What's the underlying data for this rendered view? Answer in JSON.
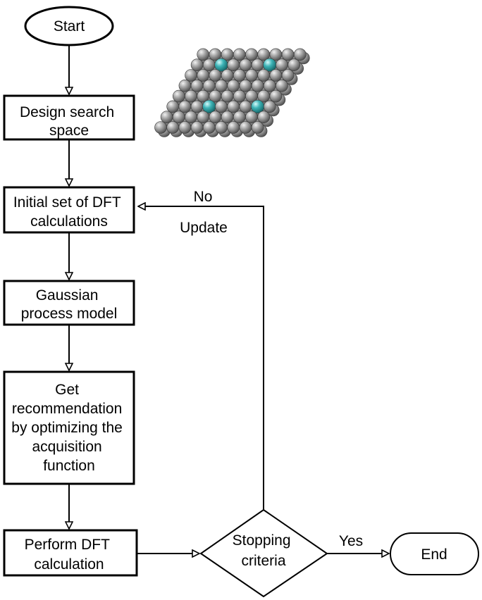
{
  "nodes": {
    "start": {
      "label": "Start"
    },
    "design": {
      "lines": [
        "Design search",
        "space"
      ]
    },
    "initial": {
      "lines": [
        "Initial set of DFT",
        "calculations"
      ]
    },
    "gp": {
      "lines": [
        "Gaussian",
        "process model"
      ]
    },
    "recommend": {
      "lines": [
        "Get",
        "recommendation",
        "by optimizing the",
        "acquisition",
        "function"
      ]
    },
    "perform": {
      "lines": [
        "Perform DFT",
        "calculation"
      ]
    },
    "stopping": {
      "lines": [
        "Stopping",
        "criteria"
      ]
    },
    "end": {
      "label": "End"
    }
  },
  "edges": {
    "no": "No",
    "update": "Update",
    "yes": "Yes"
  },
  "slab": {
    "host_color": "#8e8e8e",
    "dopant_color": "#2fa4a8"
  }
}
